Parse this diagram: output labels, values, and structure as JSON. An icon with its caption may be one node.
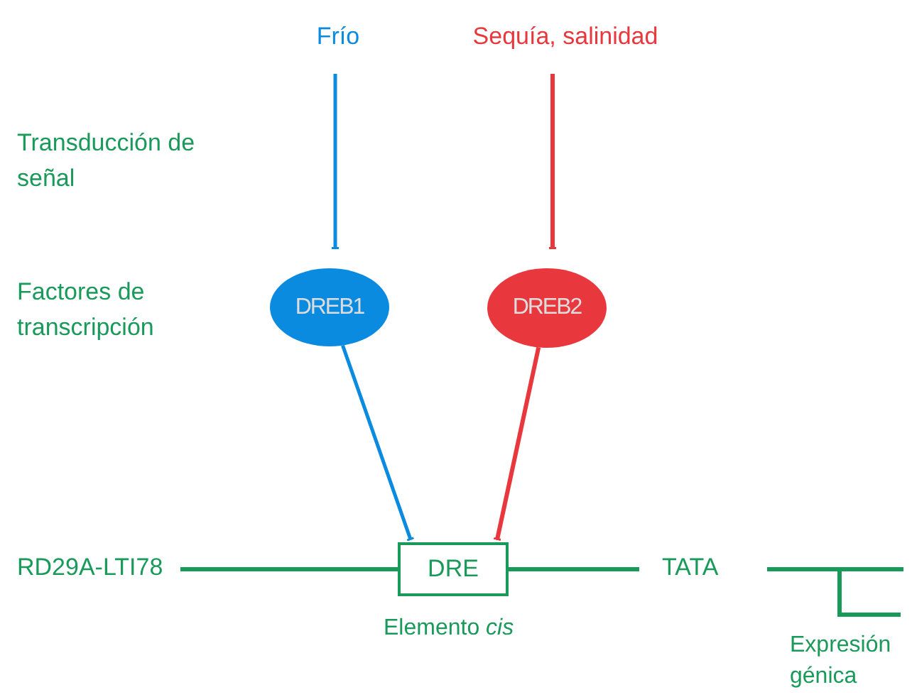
{
  "diagram": {
    "nodes": [
      {
        "text": [
          "Frío"
        ]
      },
      {
        "text": [
          "Sequía, salinidad"
        ]
      },
      {
        "text": [
          "DREB1"
        ]
      },
      {
        "text": [
          "DREB2"
        ]
      },
      {
        "text": [
          "DRE"
        ],
        "beside": [
          "Elemento *cis*"
        ]
      }
    ],
    "edges": [
      {
        "from": 0,
        "to": 2,
        "arrow": "other",
        "color": "#0a8be0"
      },
      {
        "from": 1,
        "to": 3,
        "arrow": "other",
        "color": "#e8383d"
      },
      {
        "from": 2,
        "to": 4,
        "arrow": "other",
        "color": "#0a8be0"
      },
      {
        "from": 3,
        "to": 4,
        "arrow": "other",
        "color": "#e8383d"
      }
    ],
    "labels": [
      "Transducción de señal",
      "Factores de transcripción",
      "RD29A-LTI78",
      "TATA",
      "Expresión génica"
    ]
  }
}
